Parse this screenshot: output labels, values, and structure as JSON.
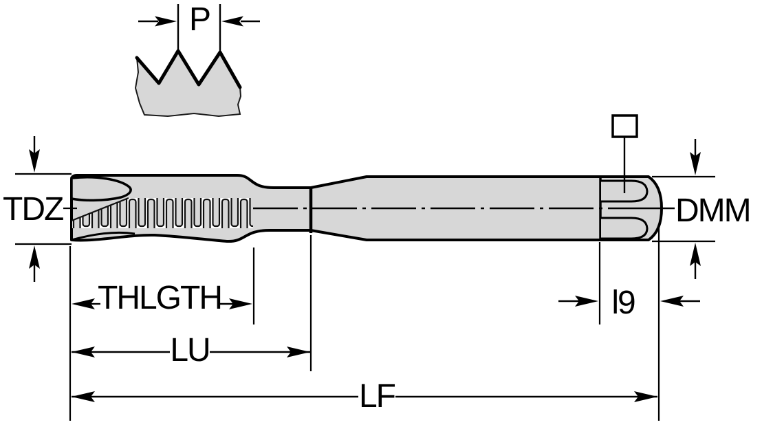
{
  "drawing": {
    "type": "technical-dimension-diagram",
    "subject": "machine tap (threading tool) side view with thread pitch detail",
    "labels": {
      "pitch": "P",
      "thread_diameter": "TDZ",
      "shank_diameter": "DMM",
      "thread_length": "THLGTH",
      "usable_length": "LU",
      "overall_length": "LF",
      "square_length": "l9"
    },
    "icons": {
      "square_symbol": "square-cross-section-indicator"
    },
    "colors": {
      "body_fill": "#d7d7d7",
      "line": "#000000",
      "background": "#ffffff"
    }
  }
}
